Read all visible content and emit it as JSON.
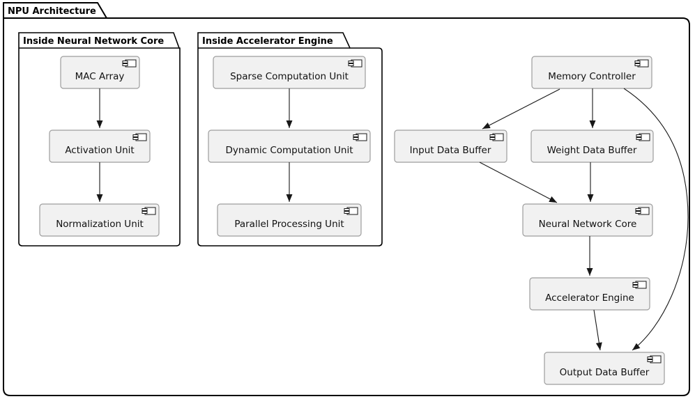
{
  "diagram": {
    "title": "NPU Architecture",
    "type": "component-diagram",
    "frames": [
      {
        "label": "Inside Neural Network Core",
        "components": [
          "MAC Array",
          "Activation Unit",
          "Normalization Unit"
        ]
      },
      {
        "label": "Inside Accelerator Engine",
        "components": [
          "Sparse Computation Unit",
          "Dynamic Computation Unit",
          "Parallel Processing Unit"
        ]
      }
    ],
    "components": [
      "Memory Controller",
      "Input Data Buffer",
      "Weight Data Buffer",
      "Neural Network Core",
      "Accelerator Engine",
      "Output Data Buffer"
    ],
    "edges": [
      {
        "from": "MAC Array",
        "to": "Activation Unit"
      },
      {
        "from": "Activation Unit",
        "to": "Normalization Unit"
      },
      {
        "from": "Sparse Computation Unit",
        "to": "Dynamic Computation Unit"
      },
      {
        "from": "Dynamic Computation Unit",
        "to": "Parallel Processing Unit"
      },
      {
        "from": "Memory Controller",
        "to": "Input Data Buffer"
      },
      {
        "from": "Memory Controller",
        "to": "Weight Data Buffer"
      },
      {
        "from": "Memory Controller",
        "to": "Output Data Buffer"
      },
      {
        "from": "Input Data Buffer",
        "to": "Neural Network Core"
      },
      {
        "from": "Weight Data Buffer",
        "to": "Neural Network Core"
      },
      {
        "from": "Neural Network Core",
        "to": "Accelerator Engine"
      },
      {
        "from": "Accelerator Engine",
        "to": "Output Data Buffer"
      }
    ],
    "colors": {
      "background": "#ffffff",
      "frame_border": "#000000",
      "component_fill": "#f1f1f1",
      "component_border": "#9d9d9d",
      "edge": "#181818",
      "text": "#000000"
    }
  }
}
